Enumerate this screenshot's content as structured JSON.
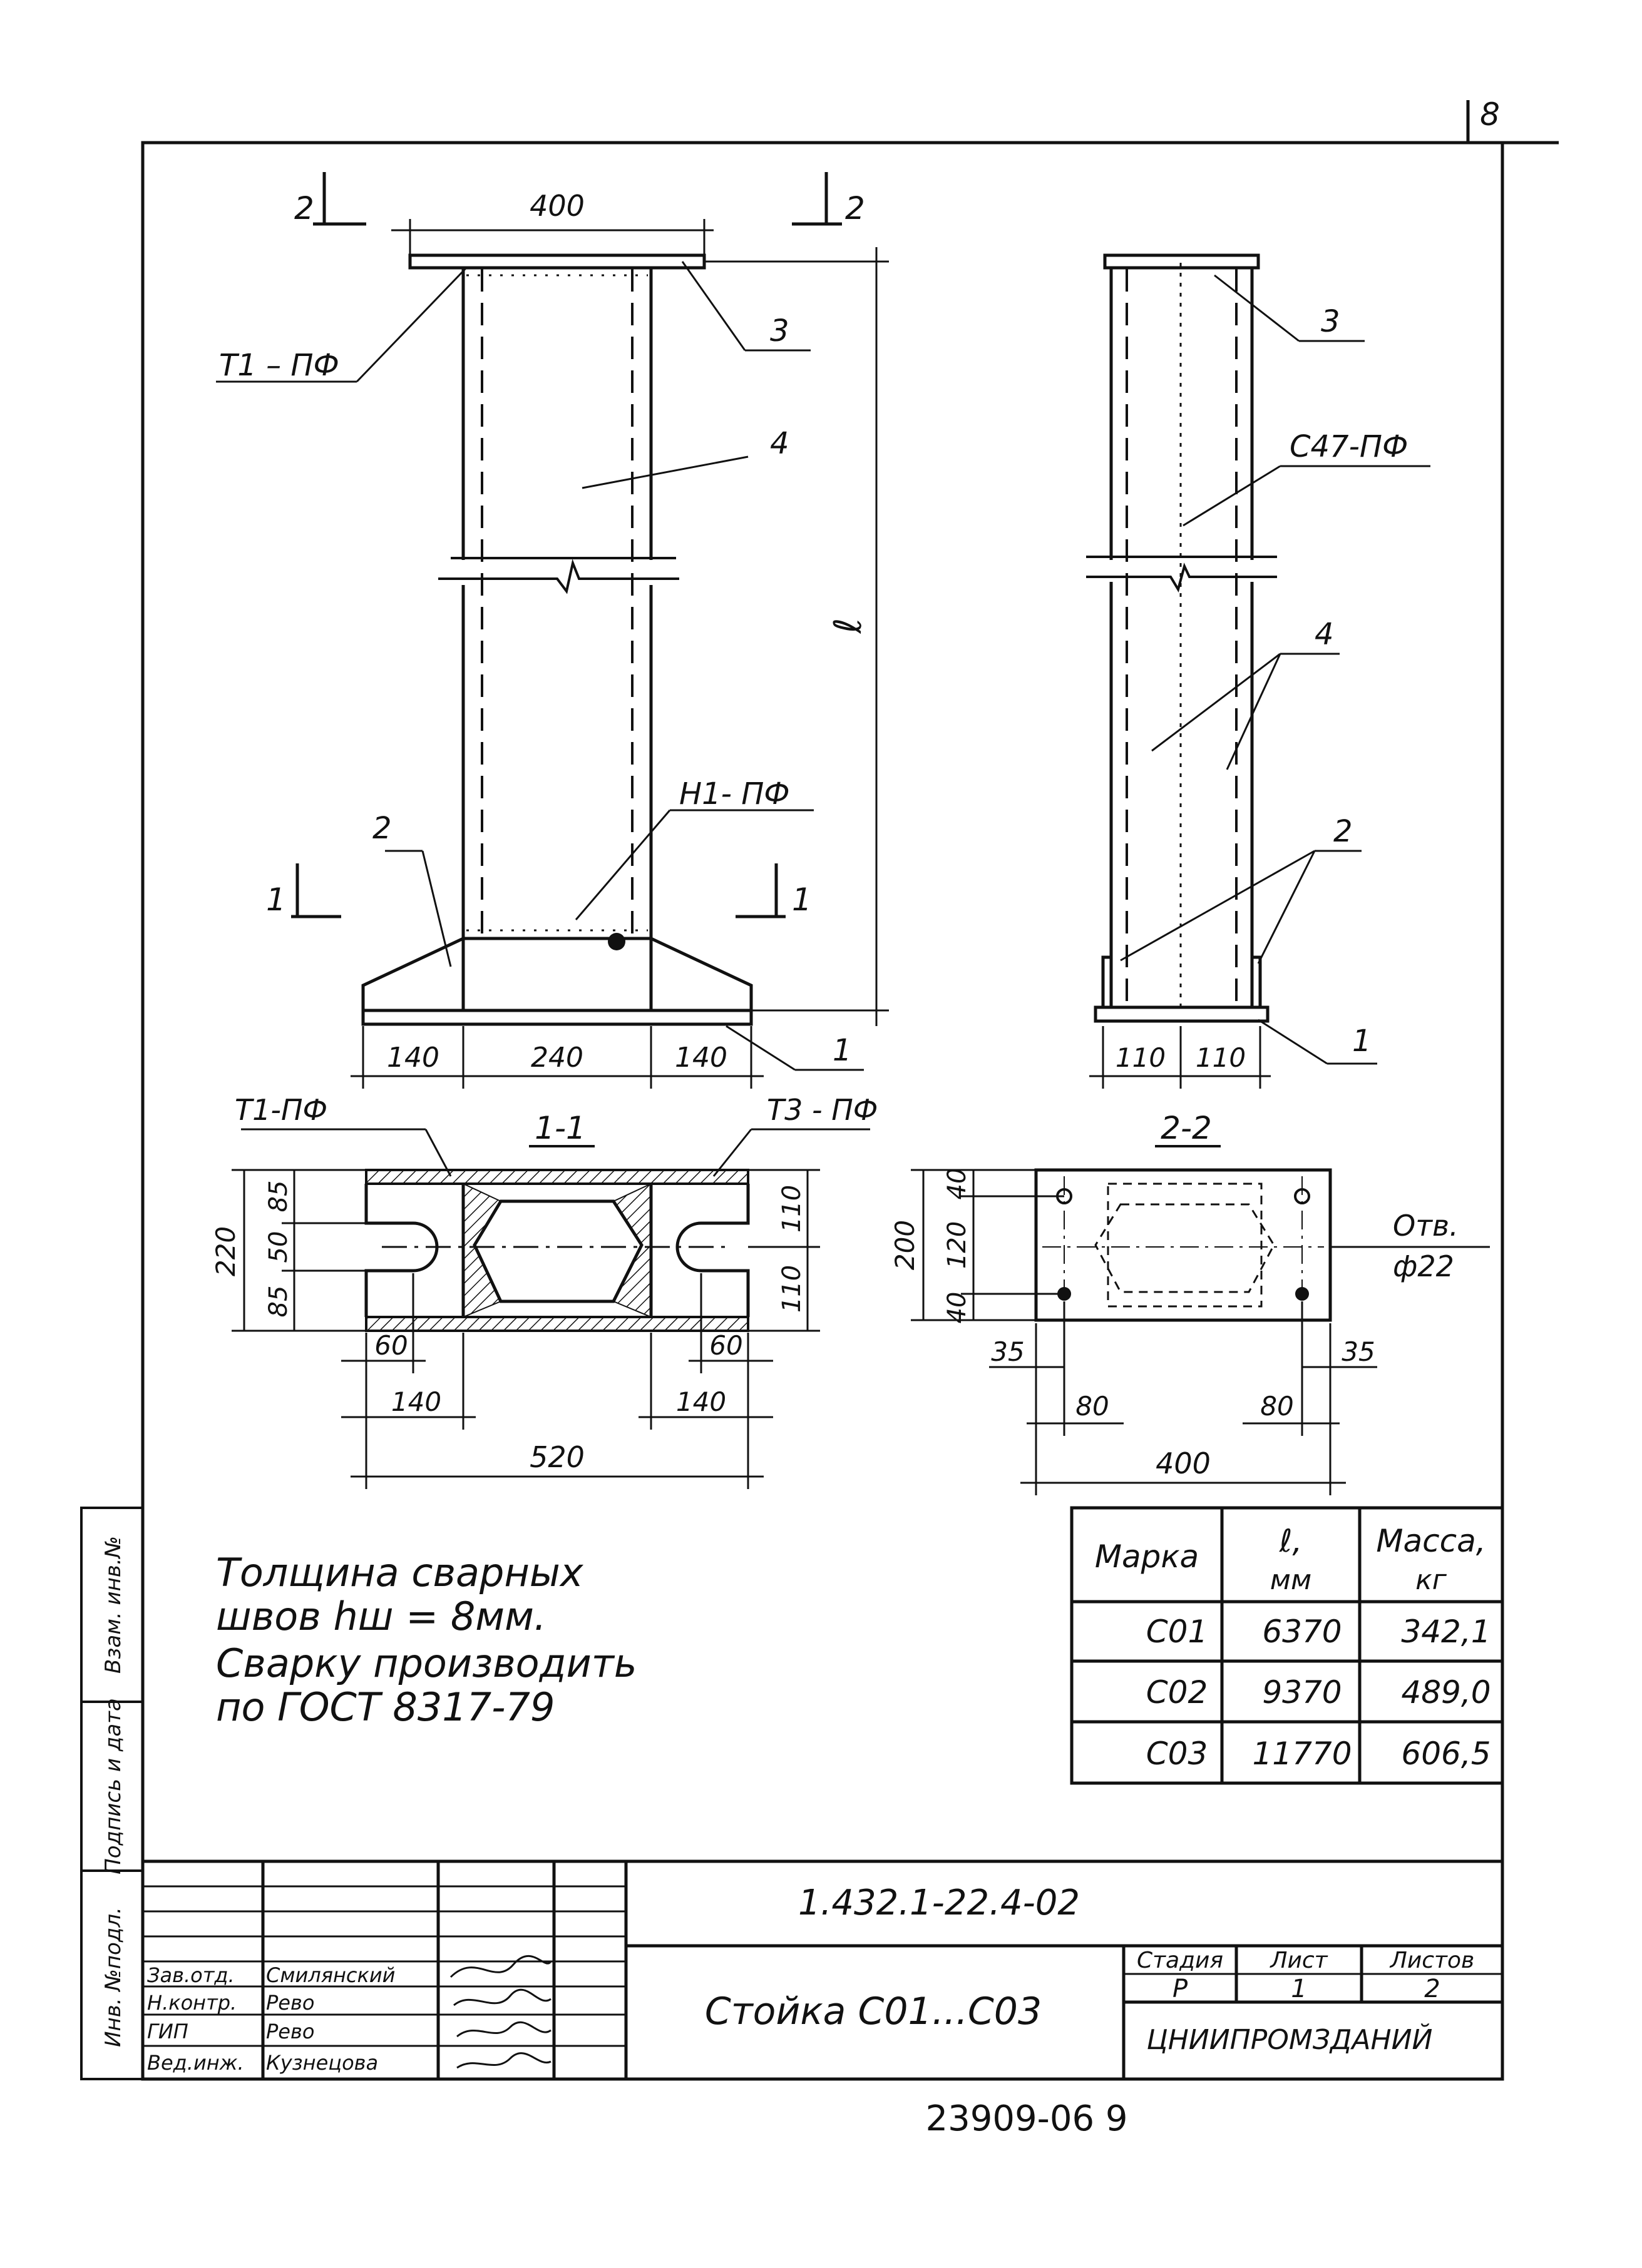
{
  "sheet_number": "8",
  "view_main": {
    "section_marks": {
      "top_left": "2",
      "top_right": "2",
      "bottom_left": "1",
      "bottom_right": "1"
    },
    "dim_top": "400",
    "dim_height": "ℓ",
    "dims_bottom": [
      "140",
      "240",
      "140"
    ],
    "weld_top": "T1 – ПФ",
    "weld_bottom": "Н1- ПФ",
    "pos_labels": {
      "p1": "1",
      "p2": "2",
      "p3": "3",
      "p4": "4"
    }
  },
  "view_side": {
    "weld": "С47-ПФ",
    "pos_labels": {
      "p1": "1",
      "p2": "2",
      "p3": "3",
      "p4": "4"
    },
    "dims_bottom": [
      "110",
      "110"
    ]
  },
  "section_1": {
    "title": "1-1",
    "weld_left": "Т1-ПФ",
    "weld_right": "Т3 - ПФ",
    "dim_height": "220",
    "dims_left": [
      "85",
      "50",
      "85"
    ],
    "dims_right": [
      "110",
      "110"
    ],
    "dims_bottom_inner": [
      "60",
      "60"
    ],
    "dims_bottom_mid": [
      "140",
      "140"
    ],
    "dim_total": "520"
  },
  "section_2": {
    "title": "2-2",
    "dim_height": "200",
    "dims_left": [
      "40",
      "120",
      "40"
    ],
    "hole_label": "Отв.",
    "hole_dia": "ф22",
    "dims_bottom_edge": [
      "35",
      "35"
    ],
    "dims_bottom_mid": [
      "80",
      "80"
    ],
    "dim_total": "400"
  },
  "spec_table": {
    "headers": [
      {
        "line1": "Марка",
        "line2": ""
      },
      {
        "line1": "ℓ,",
        "line2": "мм"
      },
      {
        "line1": "Масса,",
        "line2": "кг"
      }
    ],
    "rows": [
      [
        "С01",
        "6370",
        "342,1"
      ],
      [
        "С02",
        "9370",
        "489,0"
      ],
      [
        "С03",
        "11770",
        "606,5"
      ]
    ]
  },
  "notes": [
    "Толщина сварных",
    "швов hш = 8мм.",
    "Сварку производить",
    "по ГОСТ 8317-79"
  ],
  "side_stamp": [
    "Инв. №подл.",
    "Подпись и дата",
    "Взам. инв.№"
  ],
  "title_block": {
    "code": "1.432.1-22.4-02",
    "name": "Стойка С01...С03",
    "stage_header": "Стадия",
    "sheet_header": "Лист",
    "sheets_header": "Листов",
    "stage": "Р",
    "sheet": "1",
    "sheets": "2",
    "org": "ЦНИИПРОМЗДАНИЙ",
    "staff": [
      {
        "role": "Зав.отд.",
        "name": "Смилянский"
      },
      {
        "role": "Н.контр.",
        "name": "Рево"
      },
      {
        "role": "ГИП",
        "name": "Рево"
      },
      {
        "role": "Вед.инж.",
        "name": "Кузнецова"
      }
    ]
  },
  "bottom_number": "23909-06   9"
}
